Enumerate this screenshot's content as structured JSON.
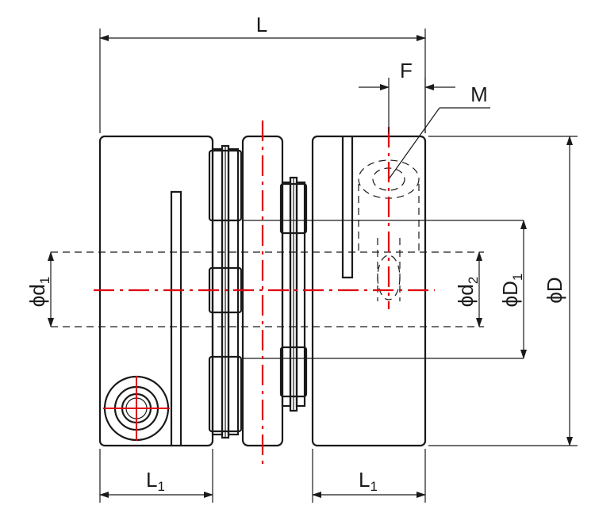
{
  "labels": {
    "L": "L",
    "F": "F",
    "M": "M",
    "phi": "ϕ",
    "d": "d",
    "D": "D",
    "sub1": "1",
    "sub2": "2",
    "L1": "L",
    "L1_sub": "1",
    "L1b": "L",
    "L1b_sub": "1"
  },
  "colors": {
    "outline": "#1a1a1a",
    "centerline": "#e0000f",
    "background": "#ffffff"
  }
}
